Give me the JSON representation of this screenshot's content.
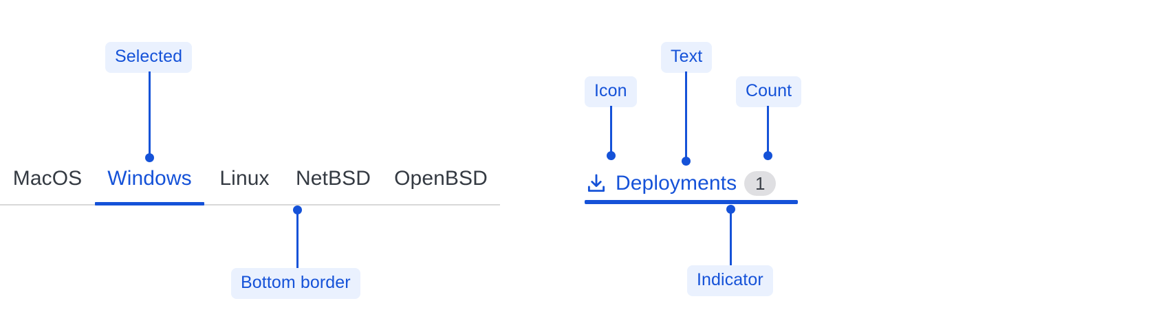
{
  "annotations": {
    "selected": "Selected",
    "bottom_border": "Bottom border",
    "icon": "Icon",
    "text": "Text",
    "count": "Count",
    "indicator": "Indicator"
  },
  "colors": {
    "accent": "#1552d8",
    "callout_bg": "#eaf1fe",
    "tab_text": "#343a42",
    "tabbar_border": "#d8d8d8",
    "count_bg": "#dfdfe2",
    "count_text": "#3a3f47"
  },
  "left_tabbar": {
    "tabs": [
      {
        "label": "MacOS",
        "selected": false
      },
      {
        "label": "Windows",
        "selected": true
      },
      {
        "label": "Linux",
        "selected": false
      },
      {
        "label": "NetBSD",
        "selected": false
      },
      {
        "label": "OpenBSD",
        "selected": false
      }
    ]
  },
  "right_tab": {
    "icon": "download-icon",
    "label": "Deployments",
    "count": "1",
    "selected": true
  }
}
